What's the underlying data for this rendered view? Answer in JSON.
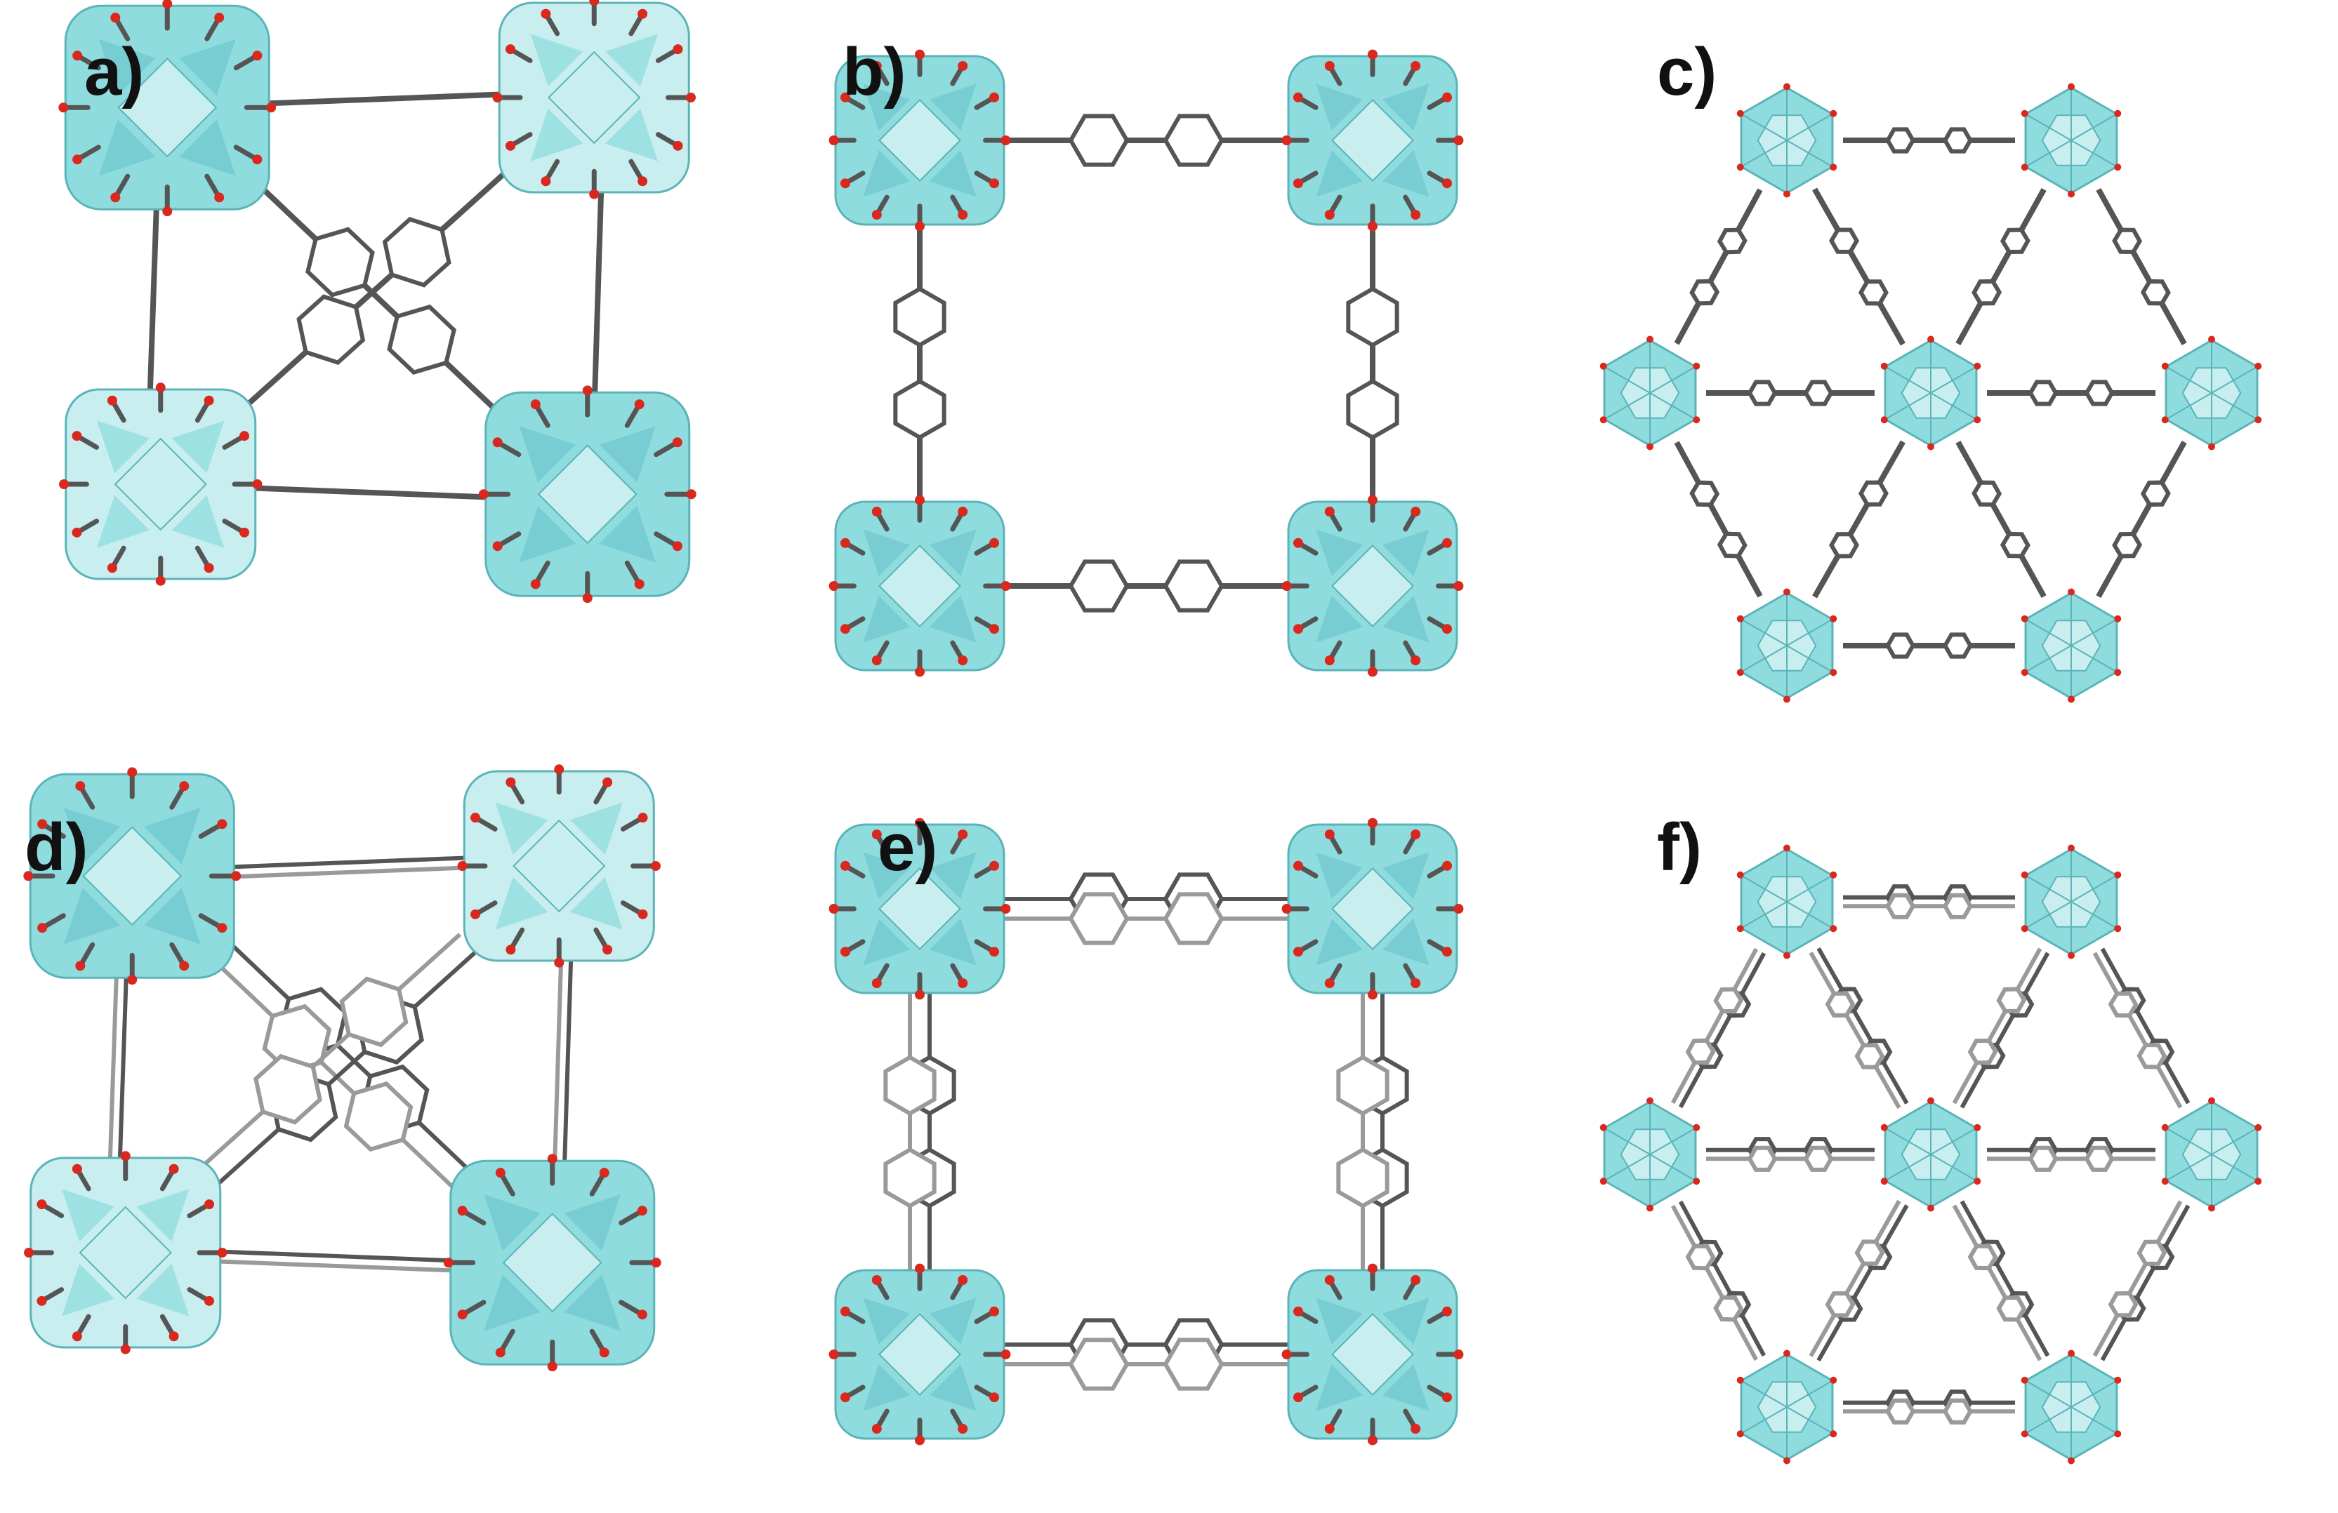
{
  "panels": [
    {
      "id": "a",
      "label": "a)",
      "view": "cube-perspective",
      "linker": "single"
    },
    {
      "id": "b",
      "label": "b)",
      "view": "square-face",
      "linker": "single"
    },
    {
      "id": "c",
      "label": "c)",
      "view": "hexagonal-net",
      "linker": "single"
    },
    {
      "id": "d",
      "label": "d)",
      "view": "cube-perspective",
      "linker": "doubled"
    },
    {
      "id": "e",
      "label": "e)",
      "view": "square-face",
      "linker": "doubled"
    },
    {
      "id": "f",
      "label": "f)",
      "view": "hexagonal-net",
      "linker": "doubled"
    }
  ],
  "colors": {
    "cluster_fill": "#8fdcdf",
    "cluster_dark": "#6fc8cc",
    "cluster_light": "#c9eef0",
    "cluster_edge": "#5ab4b8",
    "linker": "#555555",
    "linker_light": "#9a9a9a",
    "oxygen": "#d9281e",
    "background": "#ffffff"
  }
}
